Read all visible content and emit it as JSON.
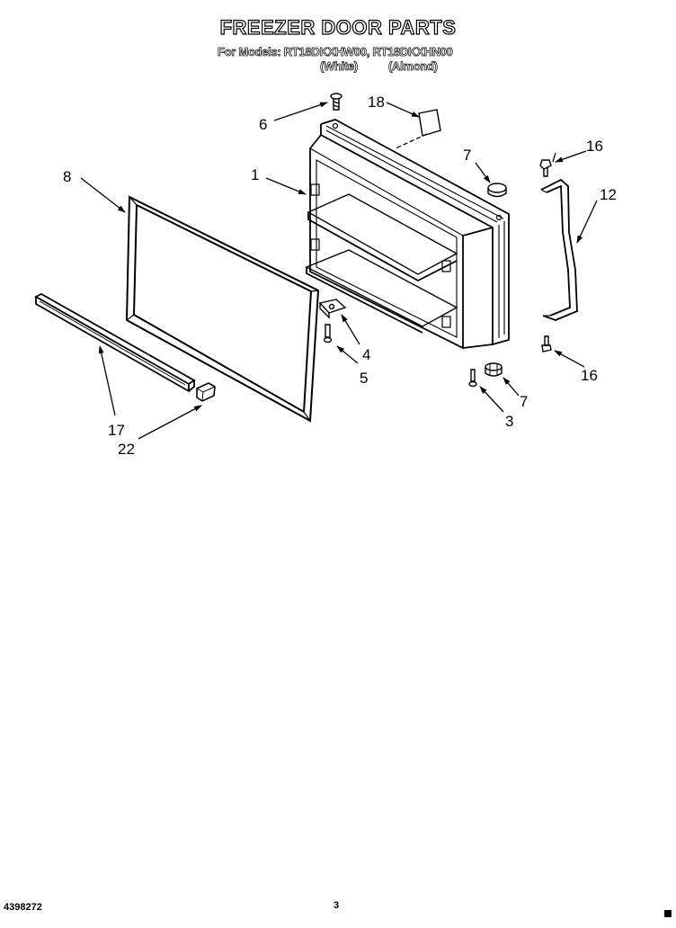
{
  "header": {
    "title": "FREEZER DOOR PARTS",
    "models": "For Models: RT18DKXHW00, RT18DKXHN00",
    "variant_white": "(White)",
    "variant_almond": "(Almond)"
  },
  "callouts": {
    "c1": "1",
    "c3": "3",
    "c4": "4",
    "c5": "5",
    "c6": "6",
    "c7a": "7",
    "c7b": "7",
    "c8": "8",
    "c12": "12",
    "c16a": "16",
    "c16b": "16",
    "c17": "17",
    "c18": "18",
    "c22": "22"
  },
  "footer": {
    "doc_number": "4398272",
    "page_number": "3"
  }
}
